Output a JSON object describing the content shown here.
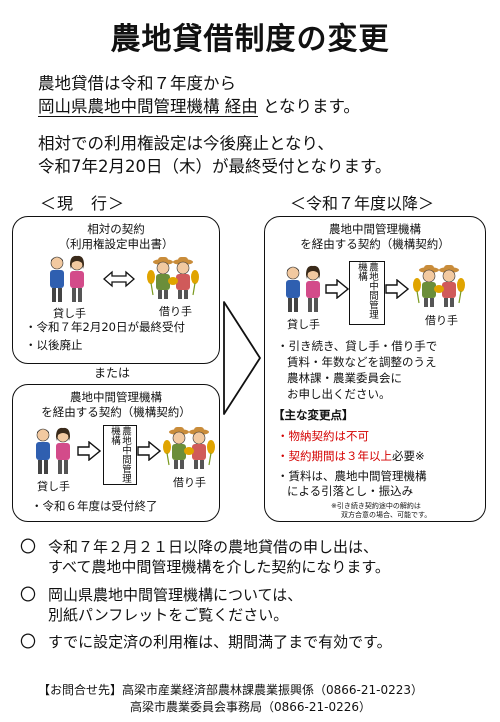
{
  "title": "農地貸借制度の変更",
  "intro": {
    "line1": "農地貸借は令和７年度から",
    "line2_prefix": "岡山県農地中間管理機構 経由",
    "line2_suffix": " となります。",
    "line3": "相対での利用権設定は今後廃止となり、",
    "line4": "令和7年2月20日（木）が最終受付となります。"
  },
  "current": {
    "heading": "＜現　行＞",
    "box1": {
      "title1": "相対の契約",
      "title2": "（利用権設定申出書）",
      "lender": "貸し手",
      "borrower": "借り手",
      "note1": "・令和７年2月20日が最終受付",
      "note2": "・以後廃止"
    },
    "or_label": "または",
    "box2": {
      "title1": "農地中間管理機構",
      "title2": "を経由する契約（機構契約）",
      "org": "農地中間管理機構",
      "lender": "貸し手",
      "borrower": "借り手",
      "note": "・令和６年度は受付終了"
    }
  },
  "future": {
    "heading": "＜令和７年度以降＞",
    "title1": "農地中間管理機構",
    "title2": "を経由する契約（機構契約）",
    "org": "農地中間管理機構",
    "lender": "貸し手",
    "borrower": "借り手",
    "para": [
      "・引き続き、貸し手・借り手で",
      "賃料・年数などを調整のうえ",
      "農林課・農業委員会に",
      "お申し出ください。"
    ],
    "changes_title": "【主な変更点】",
    "change1": "・物納契約は不可",
    "change2_red": "・契約期間は３年以上",
    "change2_black": "必要※",
    "change3a": "・賃料は、農地中間管理機構",
    "change3b": "による引落とし・振込み",
    "footnote1": "※引き続き契約途中の解約は",
    "footnote2": "双方合意の場合、可能です。"
  },
  "bullets": [
    {
      "mark": "〇",
      "line1": "令和７年２月２１日以降の農地貸借の申し出は、",
      "line2": "すべて農地中間管理機構を介した契約になります。"
    },
    {
      "mark": "〇",
      "line1": "岡山県農地中間管理機構については、",
      "line2": "別紙パンフレットをご覧ください。"
    },
    {
      "mark": "〇",
      "line1": "すでに設定済の利用権は、期間満了まで有効です。",
      "line2": ""
    }
  ],
  "contact": {
    "label": "【お問合せ先】",
    "line1": "高梁市産業経済部農林課農業振興係（0866-21-0223）",
    "line2": "高梁市農業委員会事務局（0866-21-0226）"
  },
  "colors": {
    "red": "#d40000",
    "shirt_blue": "#2f5fb0",
    "shirt_pink": "#d34b8a",
    "grain": "#e0a400",
    "hat": "#c98c3a"
  }
}
